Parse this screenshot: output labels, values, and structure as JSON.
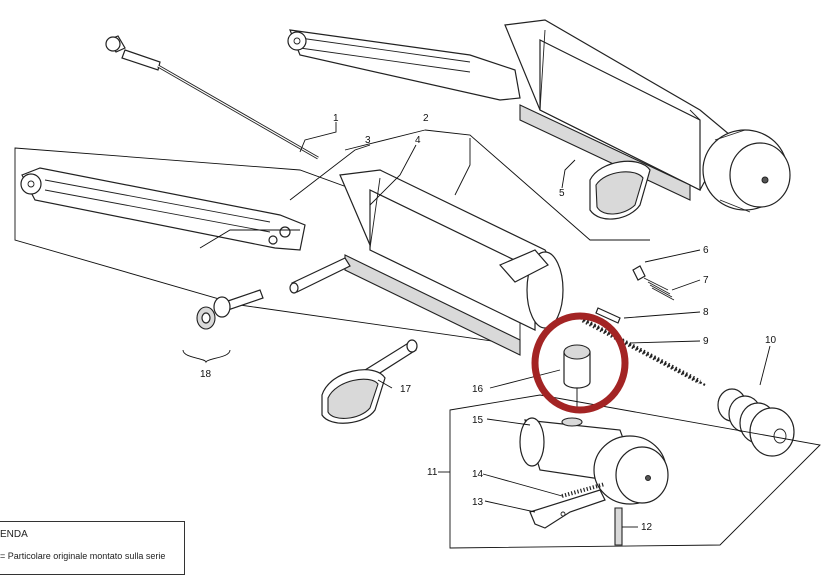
{
  "parts": [
    {
      "num": "1"
    },
    {
      "num": "2"
    },
    {
      "num": "3"
    },
    {
      "num": "4"
    },
    {
      "num": "5"
    },
    {
      "num": "6"
    },
    {
      "num": "7"
    },
    {
      "num": "8"
    },
    {
      "num": "9"
    },
    {
      "num": "10"
    },
    {
      "num": "11"
    },
    {
      "num": "12"
    },
    {
      "num": "13"
    },
    {
      "num": "14"
    },
    {
      "num": "15"
    },
    {
      "num": "16"
    },
    {
      "num": "17"
    },
    {
      "num": "18"
    }
  ],
  "legend": {
    "title": "ENDA",
    "line1": "= Particolare originale montato sulla serie"
  },
  "highlight": {
    "color": "#a32424",
    "target_part": "16"
  }
}
